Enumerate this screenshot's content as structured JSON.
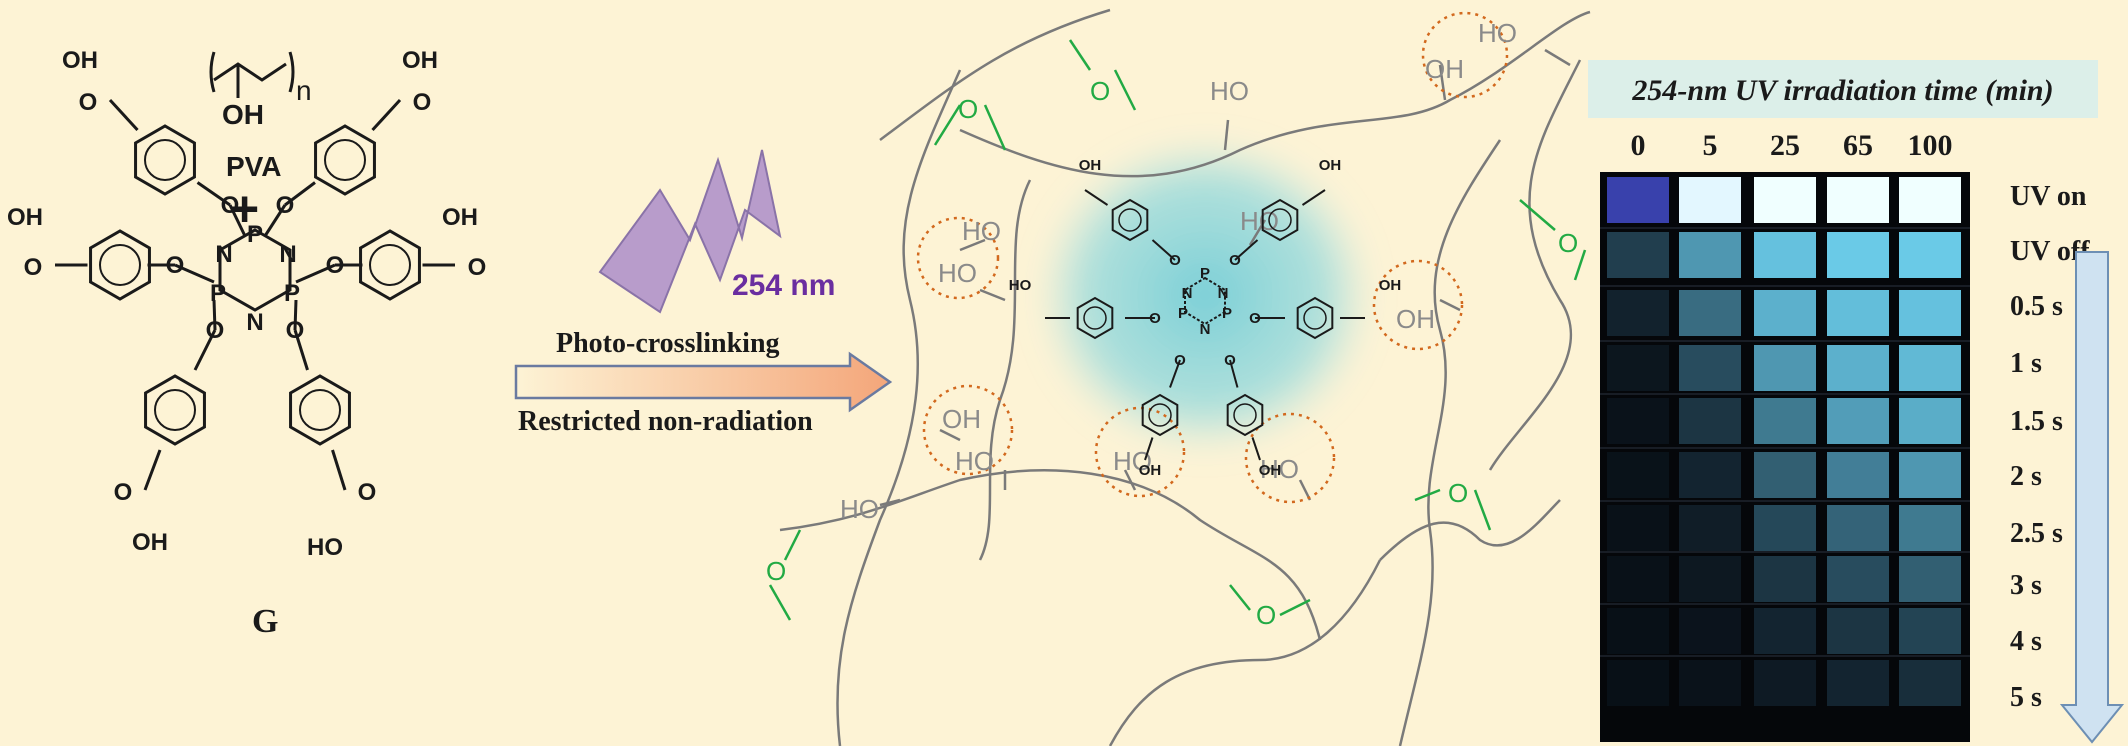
{
  "colors": {
    "background": "#fdf3d5",
    "bond": "#1a1a1a",
    "chain": "#7a7a7a",
    "ether_green": "#22aa44",
    "dotted_circle": "#d2691e",
    "bolt": "#b49ac8",
    "purple_text": "#6a2ea0",
    "glow": "#6fd0e0",
    "arrow_fill": "#f6b98f",
    "panel_bg": "#050709",
    "label_bg": "#dcefe9"
  },
  "left": {
    "pva_repeat": "n",
    "pva_oh": "OH",
    "pva_name": "PVA",
    "plus": "+",
    "compound_label": "G",
    "cooh": "OH",
    "cooh_o": "O",
    "ho": "HO",
    "ring_p": "P",
    "ring_n": "N",
    "ether_o": "O"
  },
  "arrow": {
    "wavelength": "254 nm",
    "line1": "Photo-crosslinking",
    "line2": "Restricted non-radiation"
  },
  "network": {
    "ho_label": "HO",
    "oh_label": "OH",
    "o_label": "O",
    "center_oh": "OH",
    "center_ho": "HO",
    "center_o": "O",
    "center_p": "P",
    "center_n": "N"
  },
  "panel": {
    "title": "254-nm UV irradiation time (min)",
    "columns": [
      "0",
      "5",
      "25",
      "65",
      "100"
    ],
    "rows": [
      "UV on",
      "UV off",
      "0.5 s",
      "1 s",
      "1.5 s",
      "2 s",
      "2.5 s",
      "3 s",
      "4 s",
      "5 s"
    ],
    "intensity": [
      [
        0.55,
        0.85,
        1.0,
        1.0,
        1.0
      ],
      [
        0.35,
        0.7,
        0.9,
        0.95,
        0.95
      ],
      [
        0.18,
        0.55,
        0.8,
        0.88,
        0.9
      ],
      [
        0.08,
        0.42,
        0.7,
        0.8,
        0.85
      ],
      [
        0.04,
        0.3,
        0.6,
        0.72,
        0.78
      ],
      [
        0.03,
        0.2,
        0.5,
        0.62,
        0.7
      ],
      [
        0.02,
        0.14,
        0.4,
        0.52,
        0.6
      ],
      [
        0.02,
        0.1,
        0.3,
        0.42,
        0.5
      ],
      [
        0.01,
        0.06,
        0.2,
        0.3,
        0.38
      ],
      [
        0.01,
        0.04,
        0.12,
        0.2,
        0.26
      ]
    ]
  }
}
